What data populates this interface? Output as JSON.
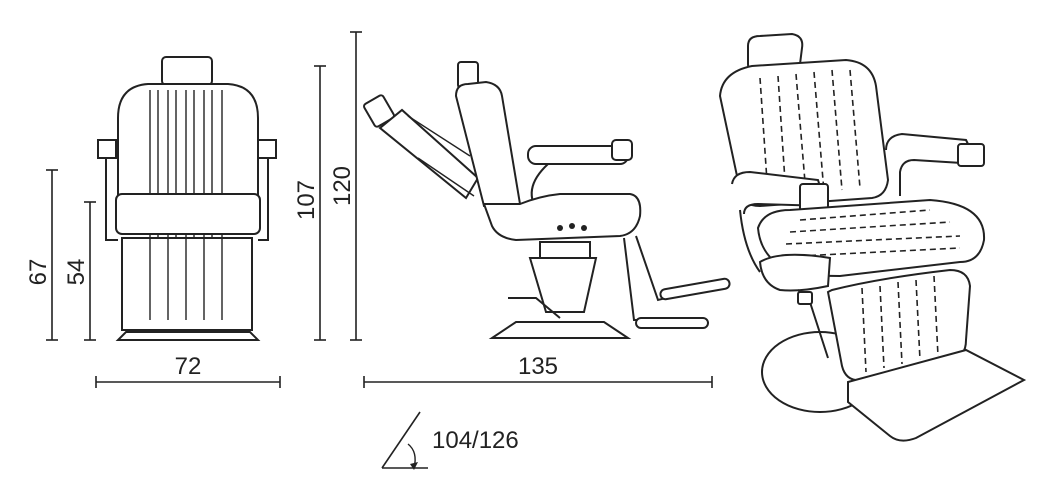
{
  "dimensions": {
    "seat_height_a": "67",
    "seat_height_b": "54",
    "back_height": "107",
    "total_height": "120",
    "width": "72",
    "recline_length": "135",
    "recline_angle": "104/126"
  },
  "colors": {
    "line": "#222222",
    "background": "#ffffff"
  }
}
